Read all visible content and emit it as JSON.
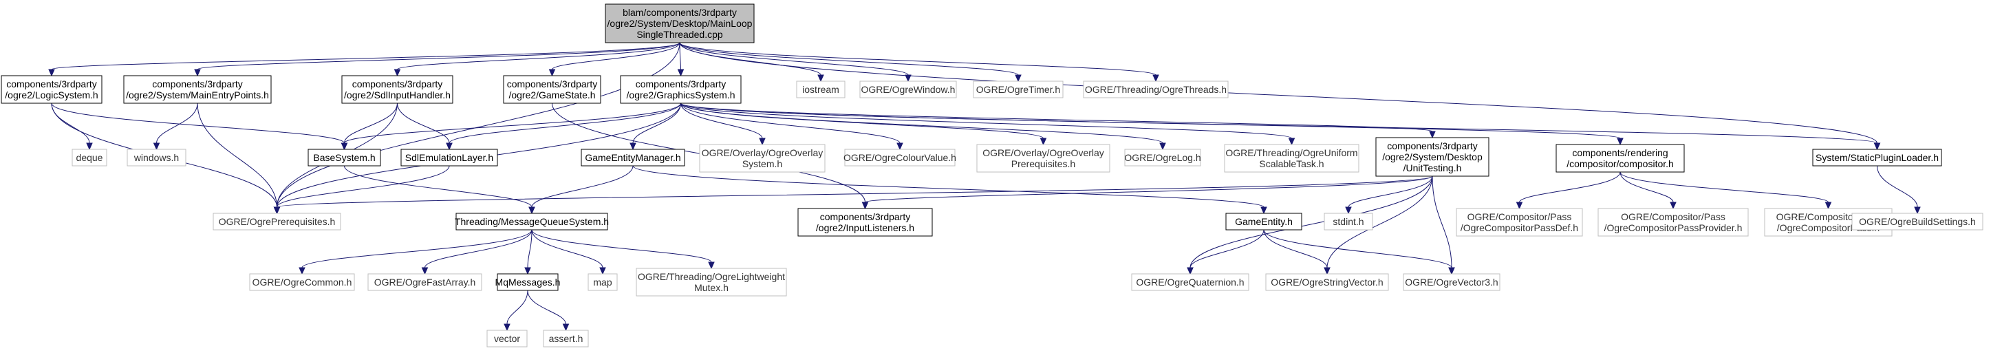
{
  "diagram": {
    "colors": {
      "edge": "#191970",
      "root_fill": "#bfbfbf",
      "root_border": "#000000",
      "file_border": "#000000",
      "external_border": "#bfbfbf",
      "background": "#ffffff"
    },
    "nodes": [
      {
        "id": "root",
        "kind": "root",
        "lines": [
          "blam/components/3rdparty",
          "/ogre2/System/Desktop/MainLoop",
          "SingleThreaded.cpp"
        ]
      },
      {
        "id": "logic",
        "kind": "file",
        "lines": [
          "components/3rdparty",
          "/ogre2/LogicSystem.h"
        ]
      },
      {
        "id": "mainentry",
        "kind": "file",
        "lines": [
          "components/3rdparty",
          "/ogre2/System/MainEntryPoints.h"
        ]
      },
      {
        "id": "sdlinput",
        "kind": "file",
        "lines": [
          "components/3rdparty",
          "/ogre2/SdlInputHandler.h"
        ]
      },
      {
        "id": "gamestate",
        "kind": "file",
        "lines": [
          "components/3rdparty",
          "/ogre2/GameState.h"
        ]
      },
      {
        "id": "graphics",
        "kind": "file",
        "lines": [
          "components/3rdparty",
          "/ogre2/GraphicsSystem.h"
        ]
      },
      {
        "id": "iostream",
        "kind": "external",
        "lines": [
          "iostream"
        ]
      },
      {
        "id": "ogrewindow",
        "kind": "external",
        "lines": [
          "OGRE/OgreWindow.h"
        ]
      },
      {
        "id": "ogretimer",
        "kind": "external",
        "lines": [
          "OGRE/OgreTimer.h"
        ]
      },
      {
        "id": "ogrethreads",
        "kind": "external",
        "lines": [
          "OGRE/Threading/OgreThreads.h"
        ]
      },
      {
        "id": "deque",
        "kind": "external",
        "lines": [
          "deque"
        ]
      },
      {
        "id": "windows",
        "kind": "external",
        "lines": [
          "windows.h"
        ]
      },
      {
        "id": "basesystem",
        "kind": "file",
        "lines": [
          "BaseSystem.h"
        ]
      },
      {
        "id": "sdlemu",
        "kind": "file",
        "lines": [
          "SdlEmulationLayer.h"
        ]
      },
      {
        "id": "gem",
        "kind": "file",
        "lines": [
          "GameEntityManager.h"
        ]
      },
      {
        "id": "overlaysys",
        "kind": "external",
        "lines": [
          "OGRE/Overlay/OgreOverlay",
          "System.h"
        ]
      },
      {
        "id": "colourvalue",
        "kind": "external",
        "lines": [
          "OGRE/OgreColourValue.h"
        ]
      },
      {
        "id": "overlayprereq",
        "kind": "external",
        "lines": [
          "OGRE/Overlay/OgreOverlay",
          "Prerequisites.h"
        ]
      },
      {
        "id": "ogrelog",
        "kind": "external",
        "lines": [
          "OGRE/OgreLog.h"
        ]
      },
      {
        "id": "uniformtask",
        "kind": "external",
        "lines": [
          "OGRE/Threading/OgreUniform",
          "ScalableTask.h"
        ]
      },
      {
        "id": "unittesting",
        "kind": "file",
        "lines": [
          "components/3rdparty",
          "/ogre2/System/Desktop",
          "/UnitTesting.h"
        ]
      },
      {
        "id": "compositor",
        "kind": "file",
        "lines": [
          "components/rendering",
          "/compositor/compositor.h"
        ]
      },
      {
        "id": "staticplugin",
        "kind": "file",
        "lines": [
          "System/StaticPluginLoader.h"
        ]
      },
      {
        "id": "prereq",
        "kind": "external",
        "lines": [
          "OGRE/OgrePrerequisites.h"
        ]
      },
      {
        "id": "msgqueue",
        "kind": "file",
        "lines": [
          "Threading/MessageQueueSystem.h"
        ]
      },
      {
        "id": "inputlisteners",
        "kind": "file",
        "lines": [
          "components/3rdparty",
          "/ogre2/InputListeners.h"
        ]
      },
      {
        "id": "stdint",
        "kind": "external",
        "lines": [
          "stdint.h"
        ]
      },
      {
        "id": "gameentity",
        "kind": "file",
        "lines": [
          "GameEntity.h"
        ]
      },
      {
        "id": "passdef",
        "kind": "external",
        "lines": [
          "OGRE/Compositor/Pass",
          "/OgreCompositorPassDef.h"
        ]
      },
      {
        "id": "passprovider",
        "kind": "external",
        "lines": [
          "OGRE/Compositor/Pass",
          "/OgreCompositorPassProvider.h"
        ]
      },
      {
        "id": "compositorpass",
        "kind": "external",
        "lines": [
          "OGRE/Compositor/Pass",
          "/OgreCompositorPass.h"
        ]
      },
      {
        "id": "buildsettings",
        "kind": "external",
        "lines": [
          "OGRE/OgreBuildSettings.h"
        ]
      },
      {
        "id": "ogrecommon",
        "kind": "external",
        "lines": [
          "OGRE/OgreCommon.h"
        ]
      },
      {
        "id": "fastarray",
        "kind": "external",
        "lines": [
          "OGRE/OgreFastArray.h"
        ]
      },
      {
        "id": "mqmessages",
        "kind": "file",
        "lines": [
          "MqMessages.h"
        ]
      },
      {
        "id": "map",
        "kind": "external",
        "lines": [
          "map"
        ]
      },
      {
        "id": "lwmutex",
        "kind": "external",
        "lines": [
          "OGRE/Threading/OgreLightweight",
          "Mutex.h"
        ]
      },
      {
        "id": "quaternion",
        "kind": "external",
        "lines": [
          "OGRE/OgreQuaternion.h"
        ]
      },
      {
        "id": "stringvector",
        "kind": "external",
        "lines": [
          "OGRE/OgreStringVector.h"
        ]
      },
      {
        "id": "vector3",
        "kind": "external",
        "lines": [
          "OGRE/OgreVector3.h"
        ]
      },
      {
        "id": "vector",
        "kind": "external",
        "lines": [
          "vector"
        ]
      },
      {
        "id": "assert",
        "kind": "external",
        "lines": [
          "assert.h"
        ]
      }
    ],
    "edges": [
      [
        "root",
        "logic"
      ],
      [
        "root",
        "mainentry"
      ],
      [
        "root",
        "sdlinput"
      ],
      [
        "root",
        "gamestate"
      ],
      [
        "root",
        "graphics"
      ],
      [
        "root",
        "iostream"
      ],
      [
        "root",
        "ogrewindow"
      ],
      [
        "root",
        "ogretimer"
      ],
      [
        "root",
        "ogrethreads"
      ],
      [
        "root",
        "prereq"
      ],
      [
        "root",
        "staticplugin"
      ],
      [
        "logic",
        "deque"
      ],
      [
        "logic",
        "basesystem"
      ],
      [
        "logic",
        "prereq"
      ],
      [
        "mainentry",
        "windows"
      ],
      [
        "mainentry",
        "prereq"
      ],
      [
        "sdlinput",
        "basesystem"
      ],
      [
        "sdlinput",
        "sdlemu"
      ],
      [
        "sdlinput",
        "prereq"
      ],
      [
        "gamestate",
        "inputlisteners"
      ],
      [
        "graphics",
        "basesystem"
      ],
      [
        "graphics",
        "sdlemu"
      ],
      [
        "graphics",
        "gem"
      ],
      [
        "graphics",
        "overlaysys"
      ],
      [
        "graphics",
        "colourvalue"
      ],
      [
        "graphics",
        "overlayprereq"
      ],
      [
        "graphics",
        "ogrelog"
      ],
      [
        "graphics",
        "uniformtask"
      ],
      [
        "graphics",
        "unittesting"
      ],
      [
        "graphics",
        "compositor"
      ],
      [
        "graphics",
        "staticplugin"
      ],
      [
        "graphics",
        "prereq"
      ],
      [
        "basesystem",
        "msgqueue"
      ],
      [
        "sdlemu",
        "prereq"
      ],
      [
        "gem",
        "msgqueue"
      ],
      [
        "gem",
        "gameentity"
      ],
      [
        "unittesting",
        "prereq"
      ],
      [
        "unittesting",
        "inputlisteners"
      ],
      [
        "unittesting",
        "stdint"
      ],
      [
        "unittesting",
        "quaternion"
      ],
      [
        "unittesting",
        "stringvector"
      ],
      [
        "unittesting",
        "vector3"
      ],
      [
        "compositor",
        "passdef"
      ],
      [
        "compositor",
        "passprovider"
      ],
      [
        "compositor",
        "compositorpass"
      ],
      [
        "staticplugin",
        "buildsettings"
      ],
      [
        "msgqueue",
        "ogrecommon"
      ],
      [
        "msgqueue",
        "fastarray"
      ],
      [
        "msgqueue",
        "mqmessages"
      ],
      [
        "msgqueue",
        "map"
      ],
      [
        "msgqueue",
        "lwmutex"
      ],
      [
        "mqmessages",
        "vector"
      ],
      [
        "mqmessages",
        "assert"
      ],
      [
        "gameentity",
        "quaternion"
      ],
      [
        "gameentity",
        "stringvector"
      ],
      [
        "gameentity",
        "vector3"
      ]
    ]
  }
}
